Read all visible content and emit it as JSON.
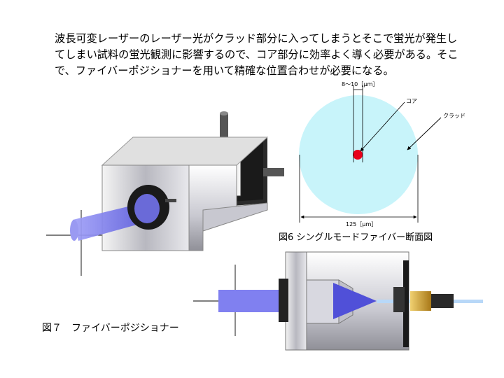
{
  "paragraph": "波長可変レーザーのレーザー光がクラッド部分に入ってしまうとそこで蛍光が発生してしまい試料の蛍光観測に影響するので、コア部分に効率よく導く必要がある。そこで、ファイバーポジショナーを用いて精確な位置合わせが必要になる。",
  "fig6": {
    "caption": "図6 シングルモードファイバー断面図",
    "core_label": "コア",
    "clad_label": "クラッド",
    "core_dim": "8～10［μｍ］",
    "clad_dim": "125［μｍ］",
    "clad_color": "#c8f4fa",
    "core_color": "#e8001a"
  },
  "fig7": {
    "caption": "図７　ファイバーポジショナー"
  },
  "colors": {
    "beam": "#8080f0",
    "metal_dark": "#3a3a3a",
    "brass": "#d8a838"
  }
}
